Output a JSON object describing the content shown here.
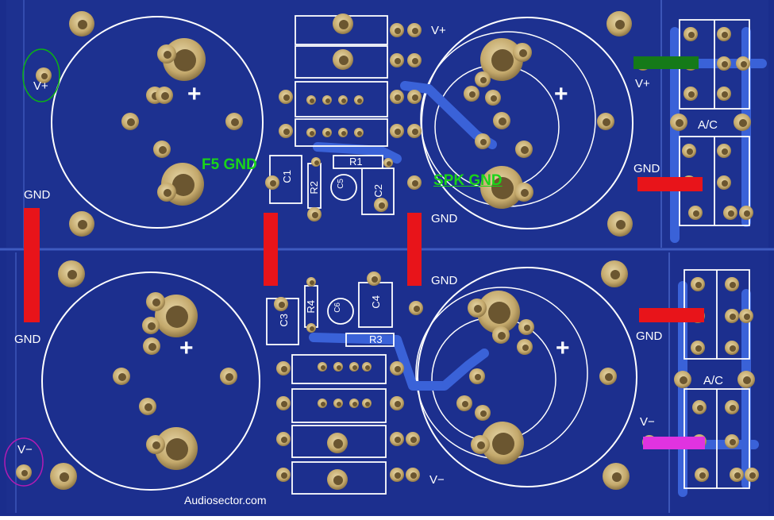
{
  "board": {
    "silkscreen": {
      "v_plus": "V+",
      "v_minus": "V−",
      "gnd": "GND",
      "ac": "A/C",
      "plus": "+",
      "c1": "C1",
      "c2": "C2",
      "c3": "C3",
      "c4": "C4",
      "r1": "R1",
      "r2": "R2",
      "r3": "R3",
      "r4": "R4",
      "c5": "C5",
      "c6": "C6",
      "brand": "Audiosector.com"
    },
    "colors": {
      "pcb": "#1a2d8c",
      "trace": "#3a62d8",
      "pad": "#c9b27a",
      "marker_red": "#e8141a",
      "marker_green": "#157a19",
      "marker_magenta": "#e033e0",
      "label_green": "#19d419"
    }
  },
  "annotations": {
    "f5_gnd": "F5 GND",
    "spk_gnd": "SPK GND"
  }
}
